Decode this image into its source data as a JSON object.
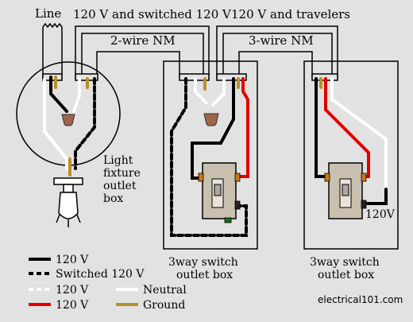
{
  "labels": {
    "line": "Line",
    "top_left": "120 V and switched 120 V",
    "top_right": "120 V and travelers",
    "cable_2wire": "2-wire NM",
    "cable_3wire": "3-wire NM",
    "fixture_box": [
      "Light",
      "fixture",
      "outlet",
      "box"
    ],
    "switch_box_1": [
      "3way switch",
      "outlet box"
    ],
    "switch_box_2": [
      "3way switch",
      "outlet box"
    ],
    "output_voltage": "120V"
  },
  "legend": [
    {
      "style": "solid-black",
      "text": "120 V"
    },
    {
      "style": "dashed-black",
      "text": "Switched 120 V"
    },
    {
      "style": "dashed-white",
      "text": "120 V"
    },
    {
      "style": "solid-red",
      "text": "120 V"
    },
    {
      "style": "solid-white",
      "text": "Neutral"
    },
    {
      "style": "solid-gold",
      "text": "Ground"
    }
  ],
  "site": "electrical101.com",
  "colors": {
    "background": "#e2e2e2",
    "black_wire": "#000000",
    "red_wire": "#e00000",
    "white_wire": "#ffffff",
    "ground_wire": "#b8902a",
    "wire_nut": "#a0644a",
    "switch_body": "#c9c0b0",
    "terminal_brass": "#c87810",
    "terminal_green": "#1a6a1a"
  }
}
